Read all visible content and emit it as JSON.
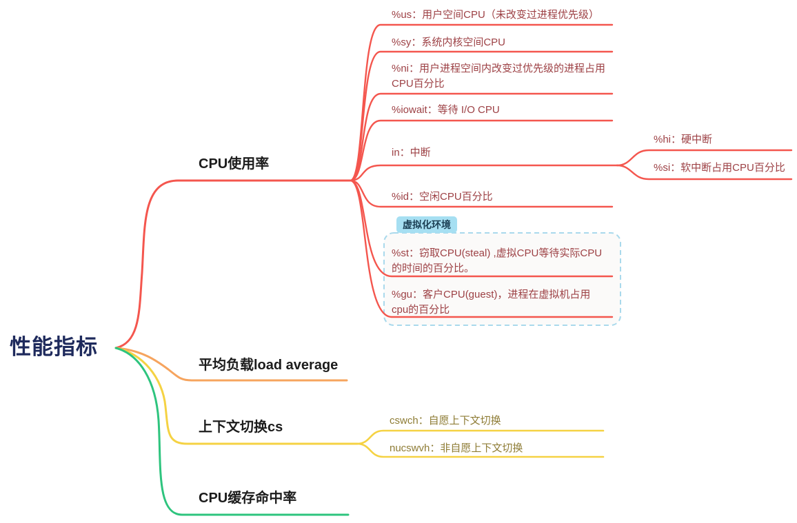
{
  "root": {
    "label": "性能指标"
  },
  "colors": {
    "cpu_branch": "#f4564e",
    "load_branch": "#f6a45e",
    "context_branch": "#f5d243",
    "cache_branch": "#2ec47e",
    "item_text": "#9d4145",
    "context_item_text": "#8e7c35",
    "root_text": "#1e2a5c",
    "topic_text": "#1c1c1c",
    "group_bg": "#a6dff2",
    "group_border": "#a9d9ec",
    "group_fill": "#fbfaf9"
  },
  "cpu": {
    "label": "CPU使用率",
    "items": {
      "us": "%us：用户空间CPU（未改变过进程优先级）",
      "sy": "%sy：系统内核空间CPU",
      "ni": "%ni：用户进程空间内改变过优先级的进程占用\nCPU百分比",
      "iowait": "%iowait：等待 I/O CPU",
      "in": "in：中断",
      "hi": "%hi：硬中断",
      "si": "%si：软中断占用CPU百分比",
      "id": "%id：空闲CPU百分比"
    },
    "virtualization": {
      "label": "虚拟化环境",
      "st": "%st：窃取CPU(steal) ,虚拟CPU等待实际CPU\n的时间的百分比。",
      "gu": "%gu：客户CPU(guest)，进程在虚拟机占用\ncpu的百分比"
    }
  },
  "load": {
    "label": "平均负载load average"
  },
  "context_switch": {
    "label": "上下文切换cs",
    "cswch": "cswch：自愿上下文切换",
    "nucswvh": "nucswvh：非自愿上下文切换"
  },
  "cache": {
    "label": "CPU缓存命中率"
  }
}
